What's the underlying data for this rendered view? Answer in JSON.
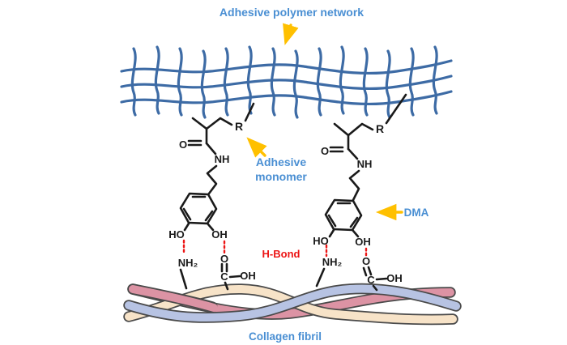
{
  "labels": {
    "title": "Adhesive polymer network",
    "adhesive_monomer_line1": "Adhesive",
    "adhesive_monomer_line2": "monomer",
    "dma": "DMA",
    "h_bond": "H-Bond",
    "collagen_fibril": "Collagen fibril"
  },
  "molecule": {
    "r_group": "R",
    "carbonyl_o": "O",
    "amide_nh": "NH",
    "catechol_ho": "HO",
    "catechol_oh": "OH",
    "amine_nh2": "NH₂",
    "carboxyl_o": "O",
    "carboxyl_c": "C",
    "carboxyl_oh": "OH"
  },
  "colors": {
    "label_blue": "#4a8fd3",
    "arrow_yellow": "#ffc000",
    "bond_red": "#ec1515",
    "network_blue": "#3d6ba5",
    "structure_black": "#1a1a1a",
    "fibril_pink": "#dc93a4",
    "fibril_cream": "#f7e3c8",
    "fibril_blue": "#b7c3e3",
    "fibril_outline": "#4a4a4a"
  }
}
